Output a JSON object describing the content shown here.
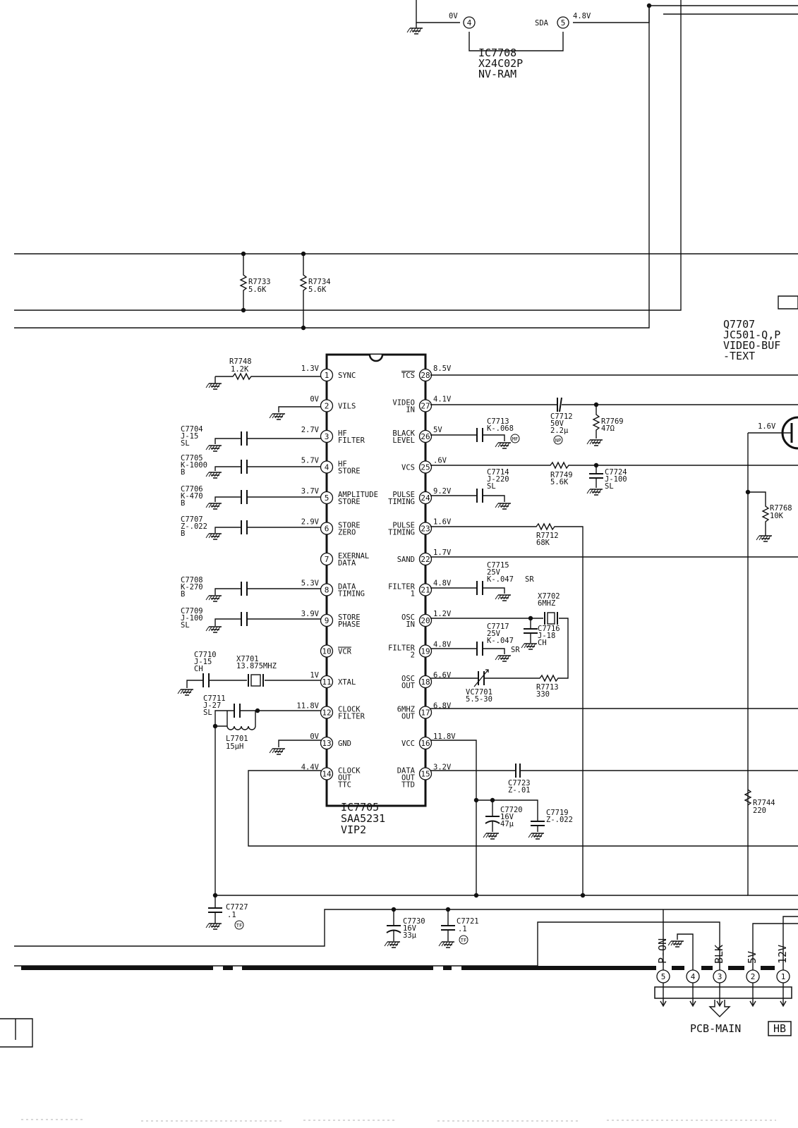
{
  "ic_main": {
    "ref": "IC7705",
    "part": "SAA5231",
    "desc": "VIP2",
    "left_pins": [
      {
        "num": "1",
        "name": "SYNC",
        "name2": "",
        "volt": "1.3V",
        "overline": false
      },
      {
        "num": "2",
        "name": "VILS",
        "name2": "",
        "volt": "0V",
        "overline": false
      },
      {
        "num": "3",
        "name": "HF",
        "name2": "FILTER",
        "volt": "2.7V",
        "overline": false
      },
      {
        "num": "4",
        "name": "HF",
        "name2": "STORE",
        "volt": "5.7V",
        "overline": false
      },
      {
        "num": "5",
        "name": "AMPLITUDE",
        "name2": "STORE",
        "volt": "3.7V",
        "overline": false
      },
      {
        "num": "6",
        "name": "STORE",
        "name2": "ZERO",
        "volt": "2.9V",
        "overline": false
      },
      {
        "num": "7",
        "name": "EXERNAL",
        "name2": "DATA",
        "volt": "",
        "overline": false
      },
      {
        "num": "8",
        "name": "DATA",
        "name2": "TIMING",
        "volt": "5.3V",
        "overline": false
      },
      {
        "num": "9",
        "name": "STORE",
        "name2": "PHASE",
        "volt": "3.9V",
        "overline": false
      },
      {
        "num": "10",
        "name": "VCR",
        "name2": "",
        "volt": "",
        "overline": true
      },
      {
        "num": "11",
        "name": "XTAL",
        "name2": "",
        "volt": "1V",
        "overline": false
      },
      {
        "num": "12",
        "name": "CLOCK",
        "name2": "FILTER",
        "volt": "11.8V",
        "overline": false
      },
      {
        "num": "13",
        "name": "GND",
        "name2": "",
        "volt": "0V",
        "overline": false
      },
      {
        "num": "14",
        "name": "CLOCK",
        "name2": "OUT",
        "name3": "TTC",
        "volt": "4.4V",
        "overline": false
      }
    ],
    "right_pins": [
      {
        "num": "28",
        "name": "TCS",
        "name2": "",
        "volt": "8.5V",
        "overline": true
      },
      {
        "num": "27",
        "name": "VIDEO",
        "name2": "IN",
        "volt": "4.1V",
        "overline": false
      },
      {
        "num": "26",
        "name": "BLACK",
        "name2": "LEVEL",
        "volt": "5V",
        "overline": false
      },
      {
        "num": "25",
        "name": "VCS",
        "name2": "",
        "volt": ".6V",
        "overline": false
      },
      {
        "num": "24",
        "name": "PULSE",
        "name2": "TIMING",
        "volt": "9.2V",
        "overline": false
      },
      {
        "num": "23",
        "name": "PULSE",
        "name2": "TIMING",
        "volt": "1.6V",
        "overline": false
      },
      {
        "num": "22",
        "name": "SAND",
        "name2": "",
        "volt": "1.7V",
        "overline": false
      },
      {
        "num": "21",
        "name": "FILTER",
        "name2": "1",
        "volt": "4.8V",
        "overline": false
      },
      {
        "num": "20",
        "name": "OSC",
        "name2": "IN",
        "volt": "1.2V",
        "overline": false
      },
      {
        "num": "19",
        "name": "FILTER",
        "name2": "2",
        "volt": "4.8V",
        "overline": false
      },
      {
        "num": "18",
        "name": "OSC",
        "name2": "OUT",
        "volt": "6.6V",
        "overline": false
      },
      {
        "num": "17",
        "name": "6MHZ",
        "name2": "OUT",
        "volt": "6.8V",
        "overline": false
      },
      {
        "num": "16",
        "name": "VCC",
        "name2": "",
        "volt": "11.8V",
        "overline": false
      },
      {
        "num": "15",
        "name": "DATA",
        "name2": "OUT",
        "name3": "TTD",
        "volt": "3.2V",
        "overline": false
      }
    ]
  },
  "ic_nvram": {
    "ref": "IC7708",
    "part": "X24C02P",
    "desc": "NV-RAM",
    "pin4": "4",
    "pin4_volt": "0V",
    "pin5": "5",
    "pin5_name": "SDA",
    "pin5_volt": "4.8V"
  },
  "transistor": {
    "ref": "Q7707",
    "part": "JC501-Q,P",
    "desc1": "VIDEO-BUF",
    "desc2": "-TEXT",
    "base_volt": "1.6V"
  },
  "parts": {
    "r7733": [
      "R7733",
      "5.6K"
    ],
    "r7734": [
      "R7734",
      "5.6K"
    ],
    "r7748": [
      "R7748",
      "1.2K"
    ],
    "c7704": [
      "C7704",
      "J-15",
      "SL"
    ],
    "c7705": [
      "C7705",
      "K-1000",
      "B"
    ],
    "c7706": [
      "C7706",
      "K-470",
      "B"
    ],
    "c7707": [
      "C7707",
      "Z-.022",
      "B"
    ],
    "c7708": [
      "C7708",
      "K-270",
      "B"
    ],
    "c7709": [
      "C7709",
      "J-100",
      "SL"
    ],
    "c7710": [
      "C7710",
      "J-15",
      "CH"
    ],
    "x7701": [
      "X7701",
      "13.875MHZ"
    ],
    "c7711": [
      "C7711",
      "J-27",
      "SL"
    ],
    "l7701": [
      "L7701",
      "15µH"
    ],
    "c7712": [
      "C7712",
      "50V",
      "2.2µ",
      "NP"
    ],
    "r7769": [
      "R7769",
      "47Ω"
    ],
    "c7713": [
      "C7713",
      "K-.068",
      "MF"
    ],
    "r7749": [
      "R7749",
      "5.6K"
    ],
    "c7724": [
      "C7724",
      "J-100",
      "SL"
    ],
    "c7714": [
      "C7714",
      "J-220",
      "SL"
    ],
    "r7712": [
      "R7712",
      "68K"
    ],
    "c7715": [
      "C7715",
      "25V",
      "K-.047",
      "SR"
    ],
    "x7702": [
      "X7702",
      "6MHZ"
    ],
    "c7716": [
      "C7716",
      "J-18",
      "CH"
    ],
    "c7717": [
      "C7717",
      "25V",
      "K-.047",
      "SR"
    ],
    "vc7701": [
      "VC7701",
      "5.5-30"
    ],
    "r7713": [
      "R7713",
      "330"
    ],
    "c7723": [
      "C7723",
      "Z-.01"
    ],
    "c7720": [
      "C7720",
      "16V",
      "47µ"
    ],
    "c7719": [
      "C7719",
      "Z-.022"
    ],
    "r7768": [
      "R7768",
      "10K"
    ],
    "r7744": [
      "R7744",
      "220"
    ],
    "c7727": [
      "C7727",
      ".1",
      "TF"
    ],
    "c7730": [
      "C7730",
      "16V",
      "33µ"
    ],
    "c7721": [
      "C7721",
      ".1",
      "TF"
    ]
  },
  "connector": {
    "pins": [
      {
        "num": "5",
        "label": "P-ON"
      },
      {
        "num": "4",
        "label": ""
      },
      {
        "num": "3",
        "label": "BLK"
      },
      {
        "num": "2",
        "label": "5V"
      },
      {
        "num": "1",
        "label": "12V"
      }
    ],
    "dest": "PCB-MAIN",
    "tag": "HB"
  }
}
